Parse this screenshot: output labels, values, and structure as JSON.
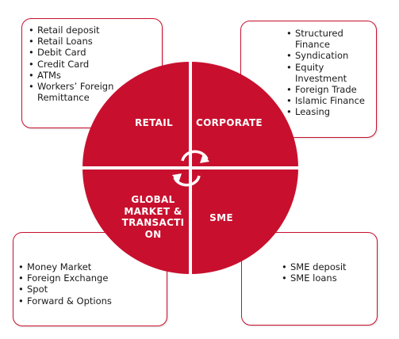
{
  "quadrants": {
    "retail": "RETAIL",
    "corporate": "CORPORATE",
    "global": [
      "GLOBAL",
      "MARKET &",
      "TRANSACTI",
      "ON"
    ],
    "sme": "SME"
  },
  "boxes": {
    "retail": [
      "Retail deposit",
      "Retail Loans",
      "Debit Card",
      "Credit Card",
      "ATMs",
      "Workers’ Foreign Remittance"
    ],
    "corporate": [
      "Structured Finance",
      "Syndication",
      "Equity Investment",
      "Foreign Trade",
      "Islamic Finance",
      "Leasing"
    ],
    "global": [
      "Money Market",
      "Foreign Exchange",
      "Spot",
      "Forward & Options"
    ],
    "sme": [
      "SME deposit",
      "SME loans"
    ]
  },
  "colors": {
    "quadrant_fill": "#c8102e",
    "box_border": "#c8102e",
    "divider": "#ffffff",
    "text_dark": "#1a1a1a",
    "text_light": "#ffffff"
  },
  "icons": {
    "center": "cycle-arrows-icon"
  }
}
